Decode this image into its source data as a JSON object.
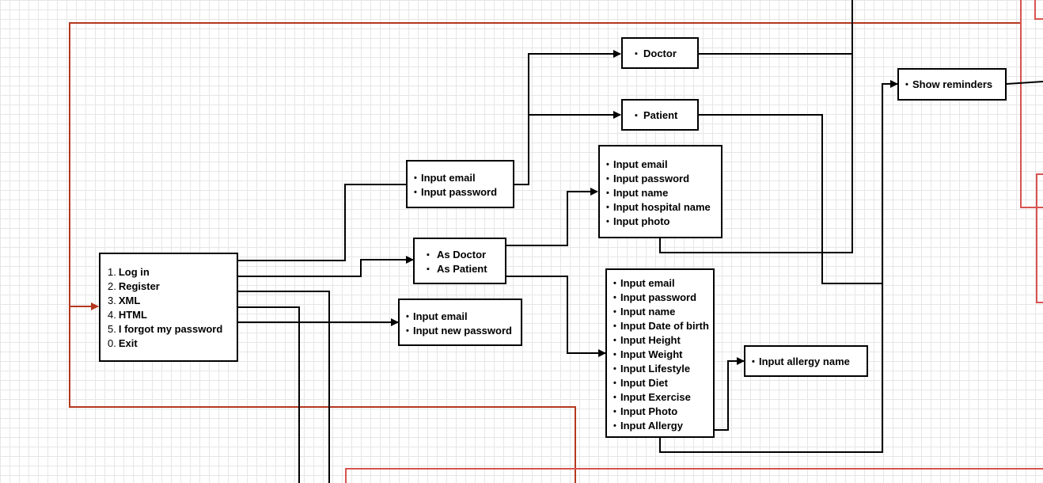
{
  "colors": {
    "wire": "#000000",
    "feedback": "#b5381e",
    "accent_box": "#d9534f"
  },
  "menu": {
    "items": [
      {
        "num": "1.",
        "label": "Log in"
      },
      {
        "num": "2.",
        "label": "Register"
      },
      {
        "num": "3.",
        "label": "XML"
      },
      {
        "num": "4.",
        "label": "HTML"
      },
      {
        "num": "5.",
        "label": "I forgot my password"
      },
      {
        "num": "0.",
        "label": "Exit"
      }
    ]
  },
  "login": {
    "bullet": "•",
    "lines": [
      "Input email",
      "Input password"
    ]
  },
  "role": {
    "bullet": "▪",
    "lines": [
      "As Doctor",
      "As Patient"
    ]
  },
  "forgot": {
    "bullet": "•",
    "lines": [
      "Input email",
      "Input new password"
    ]
  },
  "doctor_node": {
    "bullet": "▪",
    "label": "Doctor"
  },
  "patient_node": {
    "bullet": "▪",
    "label": "Patient"
  },
  "doctor_reg": {
    "bullet": "•",
    "lines": [
      "Input email",
      "Input password",
      "Input name",
      "Input hospital name",
      "Input photo"
    ]
  },
  "patient_reg": {
    "bullet": "•",
    "lines": [
      "Input email",
      "Input password",
      "Input name",
      "Input Date of birth",
      "Input Height",
      "Input Weight",
      "Input Lifestyle",
      "Input Diet",
      "Input Exercise",
      "Input Photo",
      "Input Allergy"
    ]
  },
  "allergy": {
    "bullet": "•",
    "label": "Input allergy name"
  },
  "reminders": {
    "bullet": "•",
    "label": "Show reminders"
  }
}
